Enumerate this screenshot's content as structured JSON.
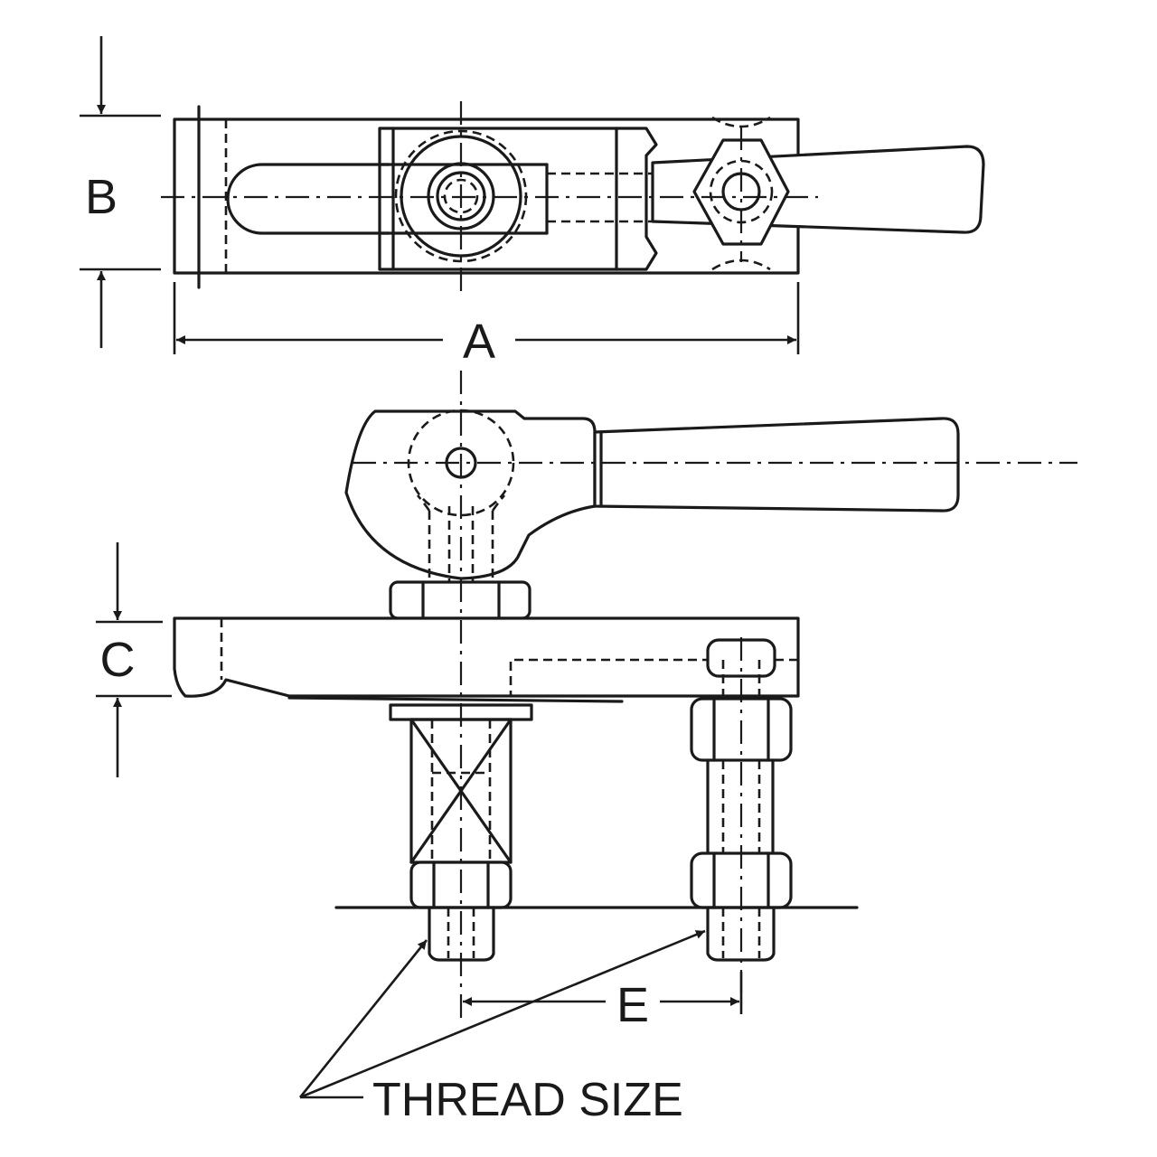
{
  "labels": {
    "a": "A",
    "b": "B",
    "c": "C",
    "e": "E",
    "thread_size": "THREAD SIZE"
  },
  "colors": {
    "ink": "#1a1a1a",
    "background": "#ffffff"
  }
}
